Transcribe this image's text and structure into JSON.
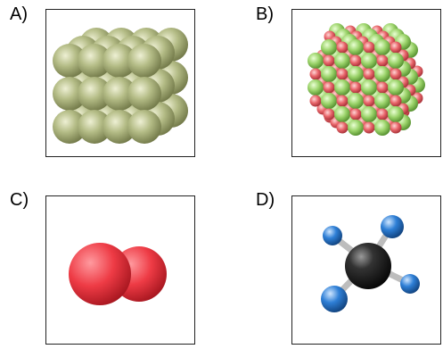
{
  "options": [
    {
      "label": "A)",
      "image": "simple-cubic-lattice-single-element"
    },
    {
      "label": "B)",
      "image": "ionic-crystal-lattice-two-elements"
    },
    {
      "label": "C)",
      "image": "diatomic-molecule"
    },
    {
      "label": "D)",
      "image": "tetrahedral-molecule"
    }
  ],
  "colors": {
    "green_sphere": "#a9b27a",
    "red_ion": "#e8656a",
    "green_ion": "#9bd36a",
    "red_atom": "#ee3b45",
    "black_atom": "#1a1a1a",
    "blue_atom": "#2e7fd6"
  }
}
